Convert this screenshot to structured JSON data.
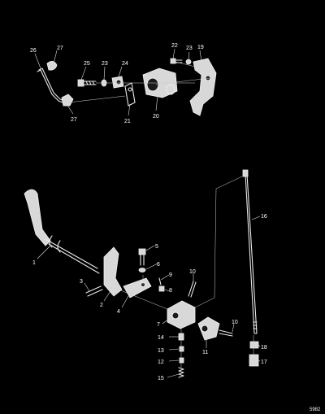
{
  "callouts": {
    "c1": "1",
    "c2": "2",
    "c3": "3",
    "c4": "4",
    "c5": "5",
    "c6": "6",
    "c7": "7",
    "c8": "8",
    "c9": "9",
    "c10a": "10",
    "c10b": "10",
    "c11": "11",
    "c12": "12",
    "c13": "13",
    "c14": "14",
    "c15": "15",
    "c16": "16",
    "c17": "17",
    "c18": "18",
    "c19": "19",
    "c20": "20",
    "c21": "21",
    "c22": "22",
    "c23a": "23",
    "c23b": "23",
    "c24": "24",
    "c25": "25",
    "c26": "26",
    "c27a": "27",
    "c27b": "27"
  },
  "figure_code": "5982"
}
